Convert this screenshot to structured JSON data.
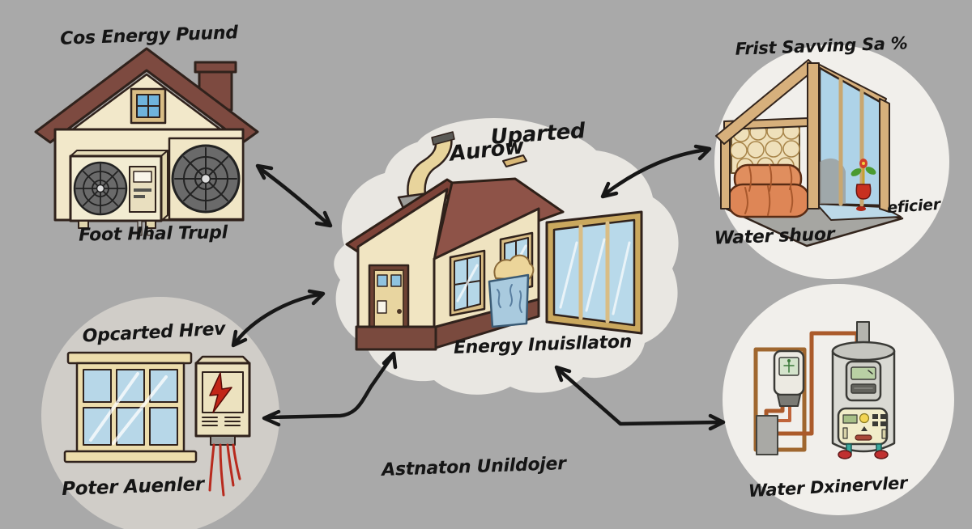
{
  "labels": {
    "top_left_title": "Cos Energy Puund",
    "top_left_caption": "Foot Hhal Trupl",
    "center_top_line1": "Uparted",
    "center_top_line2": "Aurow",
    "center_caption": "Energy Inuisllaton",
    "top_right_title": "Frist Savving Sa %",
    "top_right_note": "eficier",
    "top_right_caption": "Water shuor",
    "bottom_left_title": "Opcarted Hrev",
    "bottom_left_caption": "Poter Auenler",
    "bottom_center_caption": "Astnaton Unildojer",
    "bottom_right_caption": "Water Dxinervler"
  },
  "illustrations": {
    "top_left": "house-with-heat-pump-units",
    "center": "house-with-insulation-bag-and-detached-window",
    "top_right": "attic-insulation-cutaway",
    "bottom_left": "window-and-electrical-panel",
    "bottom_right": "water-heater-and-pipes"
  },
  "colors": {
    "background": "#a9a9a9",
    "cloud": "#e9e7e2",
    "circle_light": "#f1efeb",
    "circle_muted": "#d0cdc8",
    "roof_brown": "#8e5348",
    "wall_cream": "#f2e8ca",
    "trim_brown": "#7a4a3e",
    "glass_blue": "#aed3e8",
    "wood_tan": "#d7b07c",
    "insulation_orange": "#de8656",
    "insulation_cream": "#efe0ba",
    "bag_blue": "#a9cade",
    "lightning_red": "#c22618",
    "wire_red": "#b82a1e",
    "copper": "#ab5a2a",
    "tank_gray": "#dadad4",
    "arrow_black": "#171717",
    "text_black": "#151515"
  }
}
